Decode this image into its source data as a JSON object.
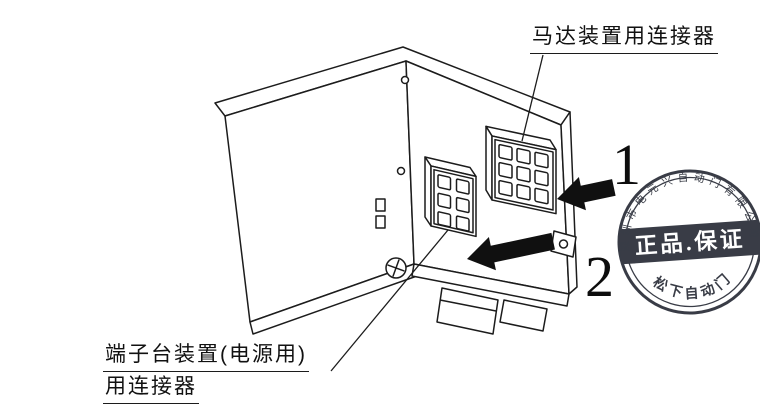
{
  "colors": {
    "line": "#1c1c1c",
    "stamp_ink": "#242833",
    "background": "#ffffff"
  },
  "labels": {
    "motor_connector": "马达装置用连接器",
    "terminal_line1": "端子台装置(电源用)",
    "terminal_line2": "用连接器",
    "step1": "1",
    "step2": "2"
  },
  "stamp": {
    "top_arc": "深圳市电元兴自动门有限公司",
    "banner": "正品.保证",
    "bottom_arc": "松下自动门"
  }
}
